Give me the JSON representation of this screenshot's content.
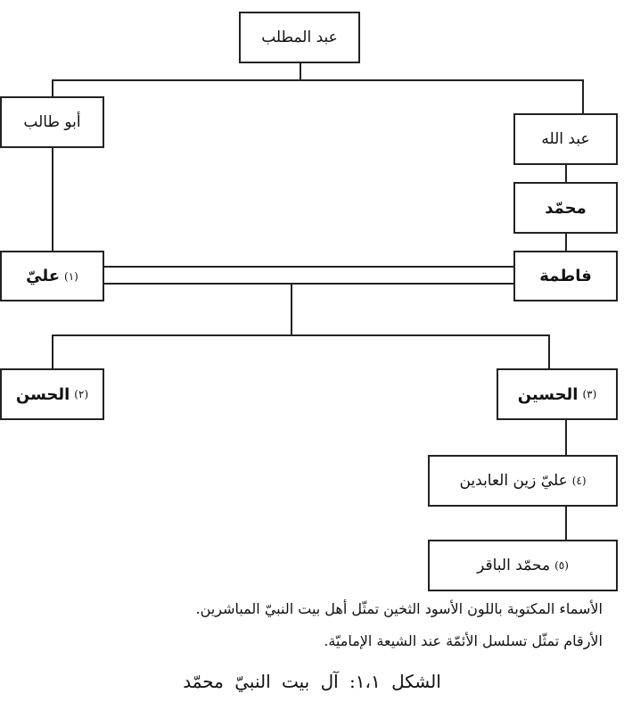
{
  "nodes": {
    "abd_al_muttalib": {
      "name": "عبد المطلب"
    },
    "abu_talib": {
      "name": "أبو طالب"
    },
    "abd_allah": {
      "name": "عبد الله"
    },
    "muhammad": {
      "name": "محمّد"
    },
    "fatima": {
      "name": "فاطمة"
    },
    "ali": {
      "num": "(١)",
      "name": "عليّ"
    },
    "hasan": {
      "num": "(٢)",
      "name": "الحسن"
    },
    "husayn": {
      "num": "(٣)",
      "name": "الحسين"
    },
    "zayn": {
      "num": "(٤)",
      "name": "عليّ زين العابدين"
    },
    "baqir": {
      "num": "(٥)",
      "name": "محمّد الباقر"
    }
  },
  "notes": [
    "الأسماء المكتوبة باللون الأسود الثخين تمثّل أهل بيت النبيّ المباشرين.",
    "الأرقام تمثّل تسلسل الأئمّة عند الشيعة الإماميّة."
  ],
  "caption": "الشكل ١،١: آل بيت النبيّ محمّد"
}
